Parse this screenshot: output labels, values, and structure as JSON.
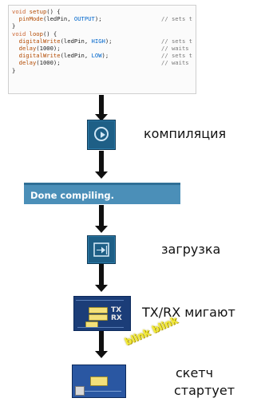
{
  "code": {
    "lines": [
      {
        "parts": [
          {
            "t": "void ",
            "c": "kw"
          },
          {
            "t": "setup",
            "c": "fn"
          },
          {
            "t": "() {",
            "c": ""
          }
        ],
        "comment": ""
      },
      {
        "parts": [
          {
            "t": "  pinMode",
            "c": "fn"
          },
          {
            "t": "(ledPin, ",
            "c": ""
          },
          {
            "t": "OUTPUT",
            "c": "cst"
          },
          {
            "t": ");",
            "c": ""
          }
        ],
        "comment": "// sets t"
      },
      {
        "parts": [
          {
            "t": "}",
            "c": ""
          }
        ],
        "comment": ""
      },
      {
        "parts": [
          {
            "t": "void ",
            "c": "kw"
          },
          {
            "t": "loop",
            "c": "fn"
          },
          {
            "t": "() {",
            "c": ""
          }
        ],
        "comment": ""
      },
      {
        "parts": [
          {
            "t": "  digitalWrite",
            "c": "fn"
          },
          {
            "t": "(ledPin, ",
            "c": ""
          },
          {
            "t": "HIGH",
            "c": "cst"
          },
          {
            "t": ");",
            "c": ""
          }
        ],
        "comment": "// sets t"
      },
      {
        "parts": [
          {
            "t": "  delay",
            "c": "fn"
          },
          {
            "t": "(1000);",
            "c": ""
          }
        ],
        "comment": "// waits"
      },
      {
        "parts": [
          {
            "t": "  digitalWrite",
            "c": "fn"
          },
          {
            "t": "(ledPin, ",
            "c": ""
          },
          {
            "t": "LOW",
            "c": "cst"
          },
          {
            "t": ");",
            "c": ""
          }
        ],
        "comment": "// sets t"
      },
      {
        "parts": [
          {
            "t": "  delay",
            "c": "fn"
          },
          {
            "t": "(1000);",
            "c": ""
          }
        ],
        "comment": "// waits"
      },
      {
        "parts": [
          {
            "t": "}",
            "c": ""
          }
        ],
        "comment": ""
      }
    ]
  },
  "steps": {
    "compile_label": "компиляция",
    "status_text": "Done compiling.",
    "upload_label": "загрузка",
    "txrx_label": "TX/RX мигают",
    "sketch_label_line1": "скетч",
    "sketch_label_line2": "стартует",
    "board_tx": "TX",
    "board_rx": "RX",
    "blink_text": "blink blink"
  },
  "colors": {
    "button_blue": "#1e5f86",
    "status_bar": "#4b8fb8",
    "led_yellow": "#f3e07a",
    "blink_yellow": "#f3eb3a"
  },
  "icons": {
    "compile": "play-circle-icon",
    "upload": "upload-arrow-icon"
  }
}
